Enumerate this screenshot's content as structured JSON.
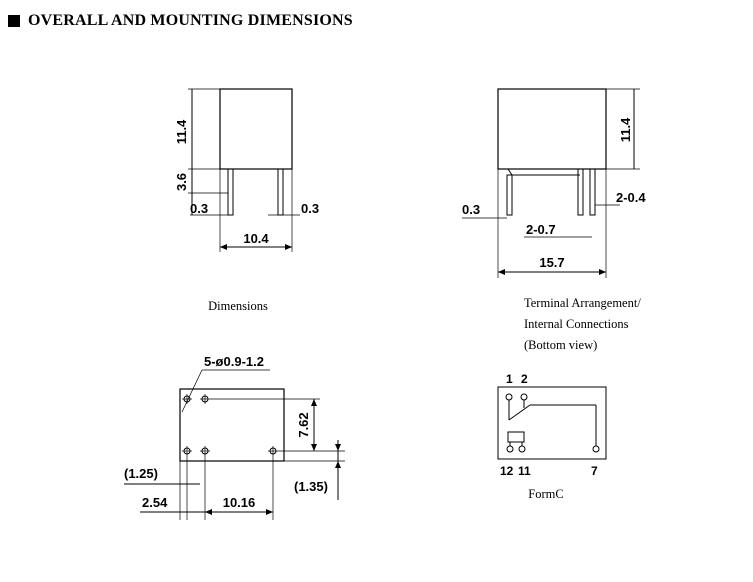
{
  "heading": "OVERALL AND MOUNTING DIMENSIONS",
  "views": {
    "side": {
      "height": "11.4",
      "pin_length": "3.6",
      "pin_left": "0.3",
      "pin_right": "0.3",
      "width": "10.4"
    },
    "front": {
      "height": "11.4",
      "pin_width": "2-0.4",
      "pin_left": "0.3",
      "pin_spacing": "2-0.7",
      "length": "15.7"
    },
    "caption_left": "Dimensions",
    "caption_right": [
      "Terminal Arrangement/",
      "Internal Connections",
      "(Bottom view)"
    ],
    "mounting": {
      "holes": "5-ø0.9-1.2",
      "row_spacing": "7.62",
      "offset_right": "(1.35)",
      "offset_left": "(1.25)",
      "pitch_small": "2.54",
      "pitch_large": "10.16"
    },
    "schematic": {
      "pin_1": "1",
      "pin_2": "2",
      "pin_12": "12",
      "pin_11": "11",
      "pin_7": "7",
      "form": "FormC"
    }
  }
}
